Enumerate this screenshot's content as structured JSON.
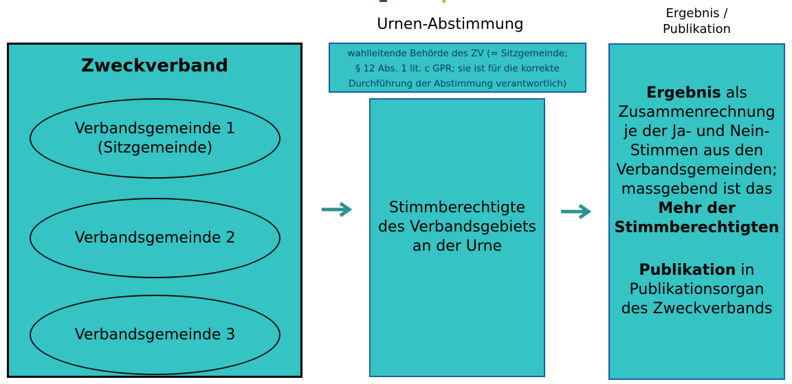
{
  "colors": {
    "background": "#ffffff",
    "teal_fill": "#35c3c3",
    "black_border": "#000000",
    "blue_border": "#1e5ea6",
    "navy_text": "#0b3a6f",
    "arrow_teal": "#2e9191",
    "text_black": "#000000"
  },
  "headings": {
    "urnen": "Urnen-Abstimmung",
    "ergebnis_lines": [
      "Ergebnis /",
      "Publikation"
    ]
  },
  "zweckverband_box": {
    "title": "Zweckverband",
    "ellipses": [
      {
        "lines": [
          "Verbandsgemeinde 1",
          "(Sitzgemeinde)"
        ]
      },
      {
        "lines": [
          "Verbandsgemeinde 2"
        ]
      },
      {
        "lines": [
          "Verbandsgemeinde 3"
        ]
      }
    ]
  },
  "info_box": {
    "lines": [
      "wahlleitende Behörde des ZV (= Sitzgemeinde;",
      "§ 12 Abs. 1 lit. c GPR; sie ist für die korrekte",
      "Durchführung der Abstimmung verantwortlich)"
    ]
  },
  "middle_box": {
    "lines": [
      "Stimmberechtigte",
      "des Verbandsgebiets",
      "an der Urne"
    ]
  },
  "right_box": {
    "para1_lines": [
      [
        {
          "t": "Ergebnis",
          "b": true
        },
        {
          "t": " als"
        }
      ],
      "Zusammenrechnung",
      "je der Ja- und Nein-",
      "Stimmen aus den",
      "Verbandsgemeinden;",
      "massgebend ist das",
      [
        {
          "t": "Mehr der",
          "b": true
        }
      ],
      [
        {
          "t": "Stimmberechtigten",
          "b": true
        }
      ]
    ],
    "para2_lines": [
      [
        {
          "t": "Publikation",
          "b": true
        },
        {
          "t": " in"
        }
      ],
      "Publikationsorgan",
      "des Zweckverbands"
    ]
  }
}
